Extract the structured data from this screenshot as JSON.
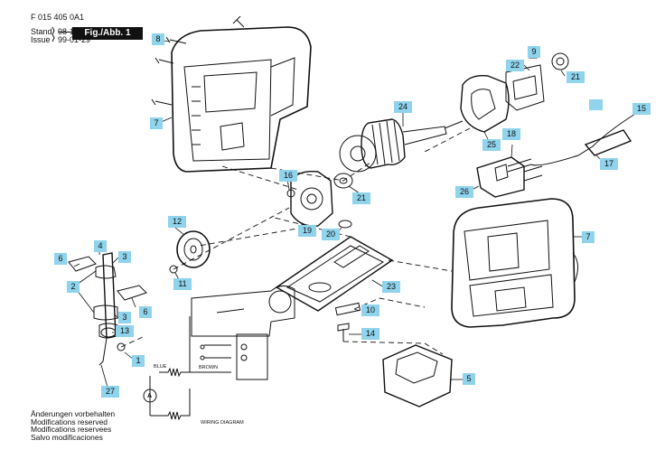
{
  "header": {
    "doc_number": "F 015 405 0A1",
    "stand_label": "Stand",
    "stand_value": "98-11",
    "issue_label": "Issue",
    "issue_value": "99-01-29",
    "figure_label": "Fig./Abb. 1"
  },
  "part_labels": [
    "1",
    "2",
    "3",
    "3",
    "4",
    "5",
    "6",
    "6",
    "7",
    "7",
    "8",
    "9",
    "10",
    "11",
    "12",
    "13",
    "14",
    "15",
    "16",
    "17",
    "18",
    "19",
    "20",
    "21",
    "21",
    "22",
    "23",
    "24",
    "25",
    "26",
    "27"
  ],
  "wiring": {
    "blue_label": "BLUE",
    "brown_label": "BROWN",
    "motor_symbol": "A",
    "title": "WIRING DIAGRAM"
  },
  "footer_lines": [
    "Änderungen vorbehalten",
    "Modifications reserved",
    "Modifications reservees",
    "Salvo modificaciones"
  ],
  "colors": {
    "tag_fill": "#8fd3ec",
    "ink": "#111111"
  }
}
